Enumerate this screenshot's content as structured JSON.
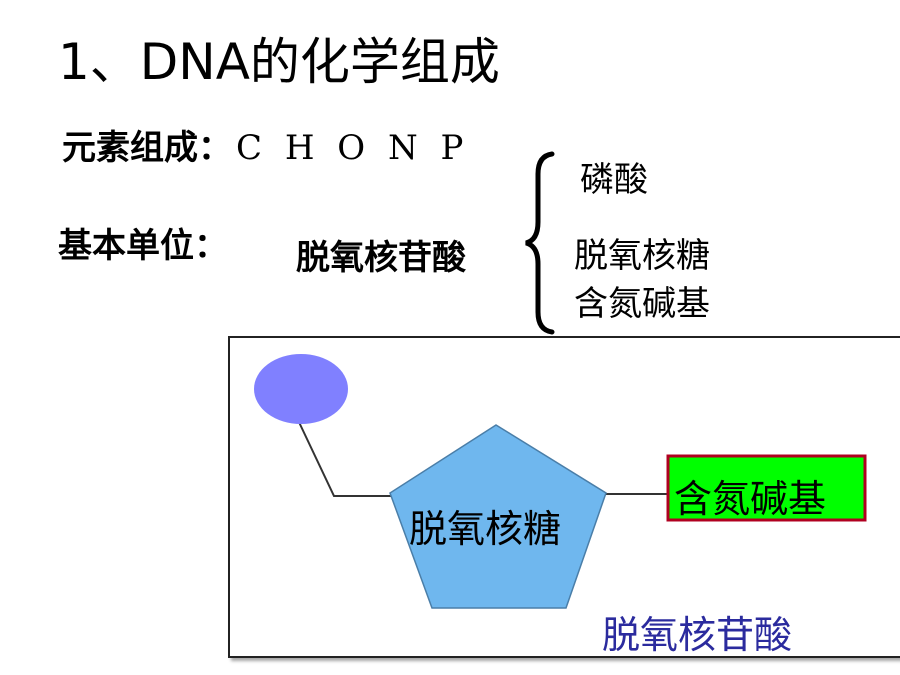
{
  "slide": {
    "title": "1、DNA的化学组成",
    "element_label": "元素组成：",
    "elements": "C H O N P",
    "unit_label": "基本单位：",
    "unit_name": "脱氧核苷酸",
    "components": [
      "磷酸",
      "脱氧核糖",
      "含氮碱基"
    ]
  },
  "diagram": {
    "sugar_label": "脱氧核糖",
    "base_label": "含氮碱基",
    "caption": "脱氧核苷酸",
    "colors": {
      "phosphate": "#8080ff",
      "sugar": "#6fb7ee",
      "base_fill": "#00ff00",
      "base_border": "#b00020",
      "caption": "#2b2b9e"
    }
  }
}
